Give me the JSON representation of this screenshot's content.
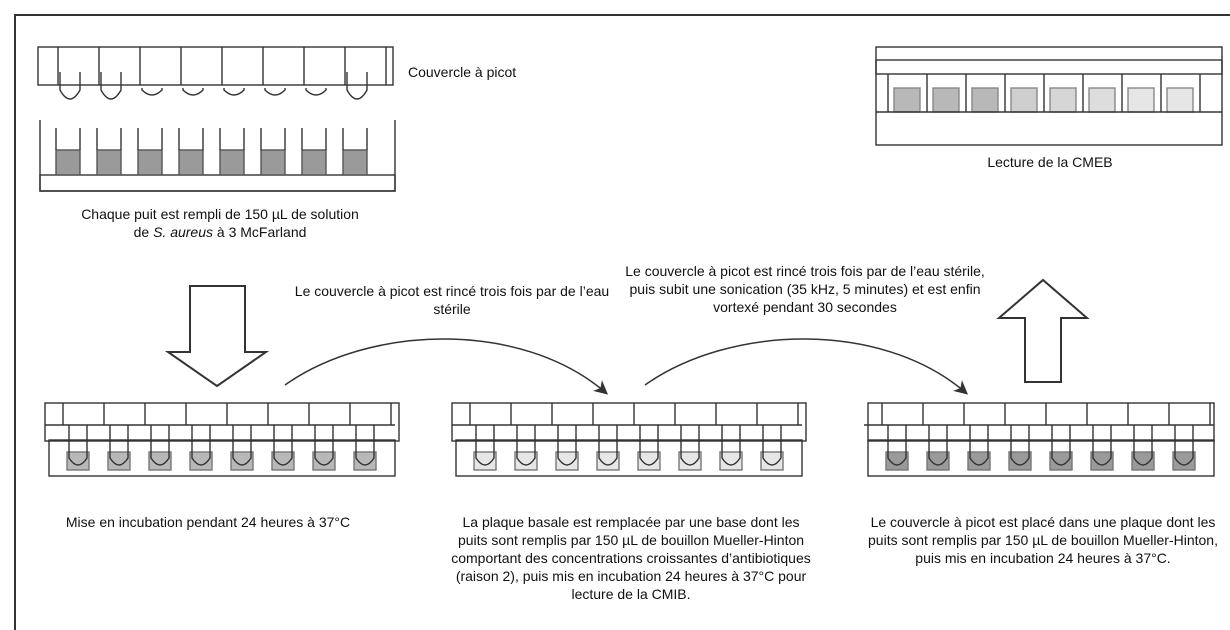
{
  "step1": {
    "lid_label": "Couvercle à picot",
    "caption_line1": "Chaque puit est rempli de 150 µL de solution",
    "caption_line2_prefix": "de ",
    "caption_line2_species": "S. aureus",
    "caption_line2_suffix": " à 3 McFarland"
  },
  "step2": {
    "caption": "Mise en incubation pendant 24 heures à 37°C"
  },
  "rinse1": {
    "text": "Le couvercle à picot est rincé trois fois par de l’eau stérile"
  },
  "step3": {
    "caption": "La plaque basale est remplacée par une base dont les puits sont remplis par 150 µL de bouillon Mueller-Hinton comportant des concentrations croissantes d’antibiotiques (raison 2), puis mis en incubation 24 heures à 37°C pour lecture de la CMIB."
  },
  "rinse2": {
    "text": "Le couvercle à picot est rincé trois fois par de l’eau stérile, puis subit une sonication (35 kHz, 5 minutes) et est enfin vortexé pendant 30 secondes"
  },
  "step4": {
    "caption": "Le couvercle à picot est placé dans une plaque dont les puits sont remplis par 150 µL de bouillon Mueller-Hinton, puis mis en incubation 24 heures à 37°C."
  },
  "step5": {
    "caption": "Lecture de la CMEB"
  },
  "colors": {
    "line": "#333333",
    "well_fill_dark": "#9a9a9a",
    "well_fill_mid": "#b8b8b8",
    "well_fill_light": "#e6e6e6"
  }
}
